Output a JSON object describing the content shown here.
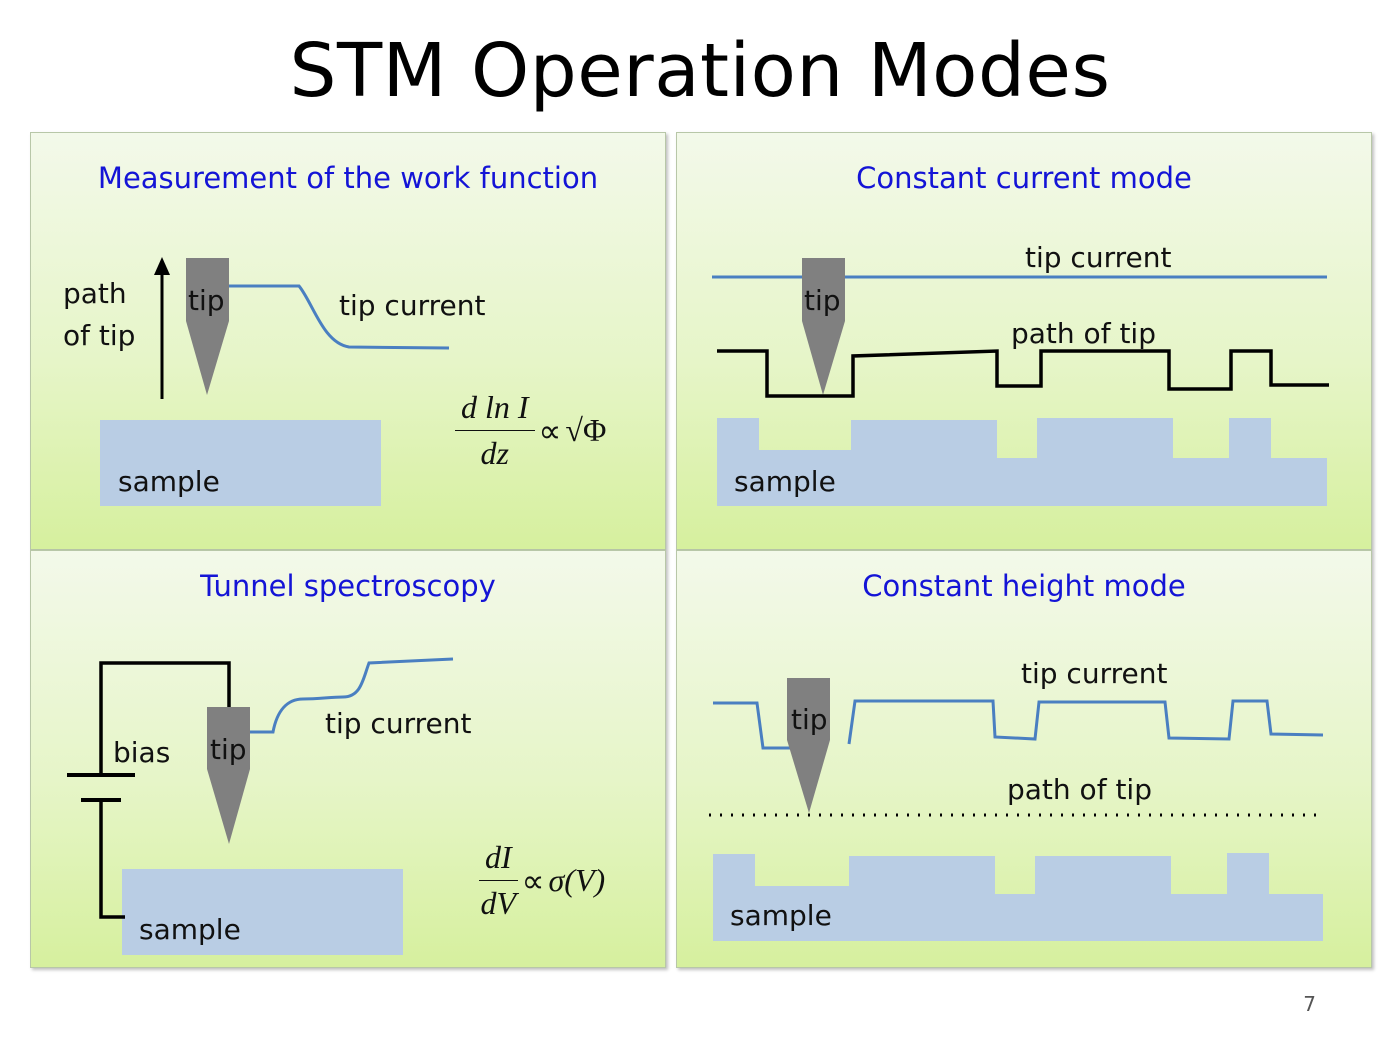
{
  "slide": {
    "title": "STM Operation Modes",
    "page_number": "7"
  },
  "panels": {
    "work_function": {
      "title": "Measurement of the work function",
      "path_label_line1": "path",
      "path_label_line2": "of tip",
      "tip_label": "tip",
      "current_label": "tip current",
      "sample_label": "sample",
      "formula": {
        "numerator": "d ln I",
        "denominator": "dz",
        "proportional": "∝",
        "rhs": "√Φ"
      }
    },
    "constant_current": {
      "title": "Constant current mode",
      "current_label": "tip current",
      "tip_label": "tip",
      "path_label": "path of tip",
      "sample_label": "sample"
    },
    "tunnel_spectroscopy": {
      "title": "Tunnel spectroscopy",
      "bias_label": "bias",
      "tip_label": "tip",
      "current_label": "tip current",
      "sample_label": "sample",
      "formula": {
        "numerator": "dI",
        "denominator": "dV",
        "proportional": "∝",
        "rhs": "σ(V)"
      }
    },
    "constant_height": {
      "title": "Constant height mode",
      "current_label": "tip current",
      "tip_label": "tip",
      "path_label": "path of tip",
      "sample_label": "sample"
    }
  },
  "colors": {
    "title_blue": "#1414d6",
    "tip_gray": "#808080",
    "sample_blue": "#b9cde4",
    "current_line": "#4a7fc1",
    "path_line": "#000000"
  }
}
